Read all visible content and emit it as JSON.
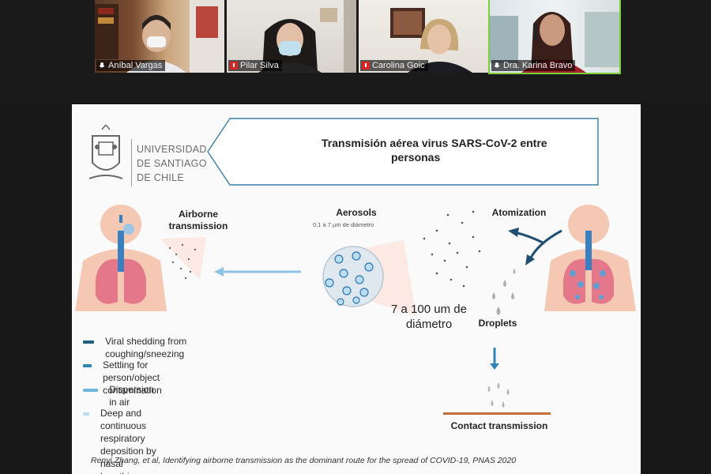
{
  "participants": [
    {
      "name": "Aníbal Vargas"
    },
    {
      "name": "Pilar Silva"
    },
    {
      "name": "Carolina Goic"
    },
    {
      "name": "Dra. Karina Bravo"
    }
  ],
  "slide": {
    "university": [
      "UNIVERSIDAD",
      "DE SANTIAGO",
      "DE CHILE"
    ],
    "title_line1": "Transmisión aérea virus SARS-CoV-2 entre",
    "title_line2": "personas",
    "airborne_label_1": "Airborne",
    "airborne_label_2": "transmission",
    "aerosols_label": "Aerosols",
    "aerosols_size": "0,1 a 7 µm de diámetro",
    "atomization_label": "Atomization",
    "droplet_size_1": "7 a 100 um de",
    "droplet_size_2": "diámetro",
    "droplets_label": "Droplets",
    "contact_label": "Contact transmission",
    "legend": [
      {
        "text": "Viral shedding from coughing/sneezing",
        "color": "#1f5f86"
      },
      {
        "text": "Settling for person/object contamination",
        "color": "#2e86b6"
      },
      {
        "text": "Dispersion in air",
        "color": "#6fb6dc"
      },
      {
        "text": "Deep and continuous respiratory deposition by",
        "text2": "nasal breathing",
        "color": "#b9dcee"
      }
    ],
    "citation": "Renyi Zhang, et al, Identifying airborne transmission as the dominant route for the spread of COVID-19, PNAS 2020"
  }
}
